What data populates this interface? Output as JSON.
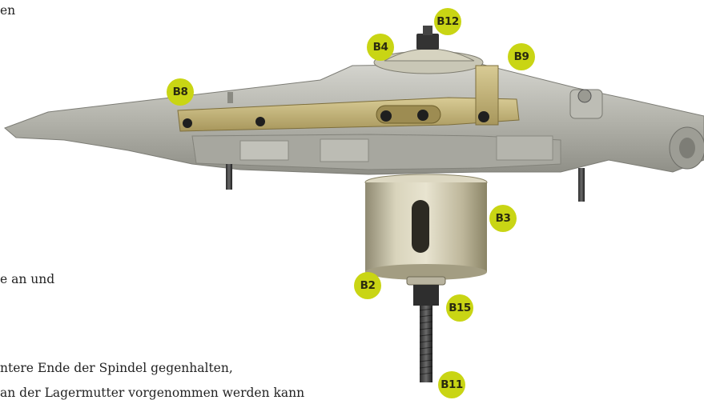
{
  "text_fragments": [
    "en",
    "e an und",
    "ntere Ende der Spindel gegenhalten,",
    "an der Lagermutter vorgenommen werden kann"
  ],
  "callouts": {
    "b12": "B12",
    "b4": "B4",
    "b9": "B9",
    "b8": "B8",
    "b3": "B3",
    "b2": "B2",
    "b15": "B15",
    "b11": "B11"
  },
  "colors": {
    "callout": "#c9d514",
    "aluminum": "#b8b8b2",
    "brass_plate": "#c6b57a",
    "sleeve": "#c8c2a8"
  }
}
